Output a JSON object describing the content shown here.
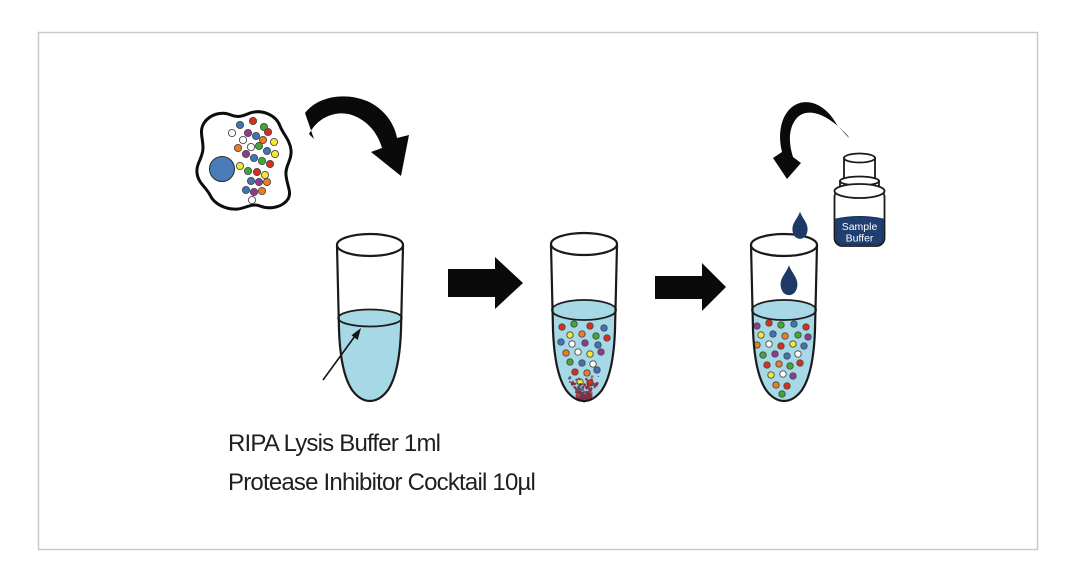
{
  "frame": {
    "background": "#ffffff",
    "border_color": "#c9c9c9"
  },
  "labels": {
    "reagent_line1": "RIPA Lysis Buffer 1ml",
    "reagent_line2": "Protease Inhibitor Cocktail 10µl"
  },
  "bottle": {
    "line1": "Sample",
    "line2": "Buffer"
  },
  "colors": {
    "arrow": "#0a0a0a",
    "text": "#1f1f1f",
    "liquid": "#a6d8e6",
    "drop": "#1d3a66",
    "bottle_liquid": "#1e3f70",
    "nucleus": "#4a7db8",
    "pellet_primary": "#8c2433",
    "pellet_secondary": "#44517f",
    "pellet_light": "#b2525a",
    "dot_palette": [
      "#dd2b1c",
      "#42a835",
      "#3e74b8",
      "#8f3a90",
      "#f2e838",
      "#ee7c23",
      "#ffffff"
    ]
  }
}
